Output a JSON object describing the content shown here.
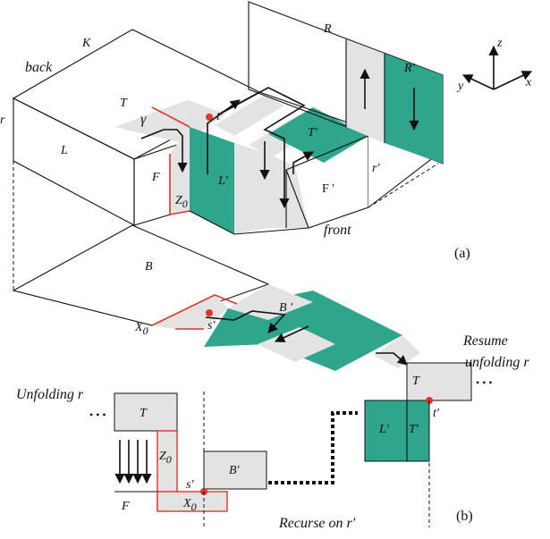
{
  "colors": {
    "teal": "#2fa58c",
    "grey": "#e3e3e3",
    "red": "#e0352c",
    "line": "#111111"
  },
  "part_a": {
    "panel_label": "(a)",
    "back": "back",
    "front": "front",
    "K": "K",
    "R": "R",
    "R_prime": "R'",
    "T": "T",
    "T_prime": "T'",
    "L": "L",
    "L_prime": "L'",
    "F": "F",
    "F_prime": "F '",
    "r": "r",
    "r_prime": "r'",
    "gamma": "γ",
    "t_prime": "t'",
    "Z0_base": "Z",
    "Z0_sub": "0",
    "B": "B",
    "B_prime": "B '",
    "X0_base": "X",
    "X0_sub": "0",
    "s_prime": "s'",
    "axis_x": "x",
    "axis_y": "y",
    "axis_z": "z"
  },
  "part_b": {
    "panel_label": "(b)",
    "unfolding": "Unfolding r",
    "resume_line1": "Resume",
    "resume_line2": "unfolding r",
    "recurse": "Recurse on r'",
    "T": "T",
    "Z0_base": "Z",
    "Z0_sub": "0",
    "F": "F",
    "X0_base": "X",
    "X0_sub": "0",
    "B_prime": "B'",
    "s_prime": "s'",
    "L_prime": "L'",
    "T_prime": "T'",
    "t_prime": "t'",
    "ellipsis": "• • •"
  }
}
